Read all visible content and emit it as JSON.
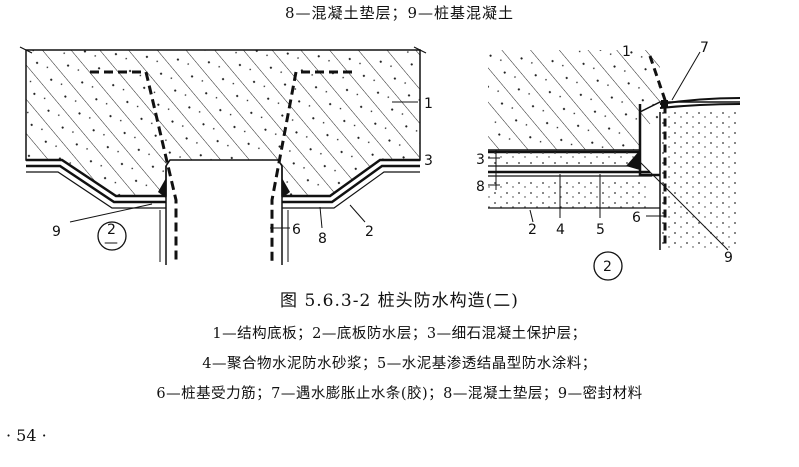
{
  "top_caption": "8—混凝土垫层；9—桩基混凝土",
  "figure": {
    "title": "图 5.6.3-2  桩头防水构造(二)",
    "left_labels": {
      "n1": "1",
      "n3": "3",
      "n2": "2",
      "n8": "8",
      "n6": "6",
      "n9": "9",
      "detail_num": "2",
      "detail_den": "—"
    },
    "right_labels": {
      "n1": "1",
      "n7": "7",
      "n3": "3",
      "n8": "8",
      "n2": "2",
      "n4": "4",
      "n5": "5",
      "n6": "6",
      "n9": "9",
      "detail": "2"
    }
  },
  "legend": {
    "line1": "1—结构底板；2—底板防水层；3—细石混凝土保护层；",
    "line2": "4—聚合物水泥防水砂浆；5—水泥基渗透结晶型防水涂料；",
    "line3": "6—桩基受力筋；7—遇水膨胀止水条(胶)；8—混凝土垫层；9—密封材料"
  },
  "page_number": "· 54 ·"
}
